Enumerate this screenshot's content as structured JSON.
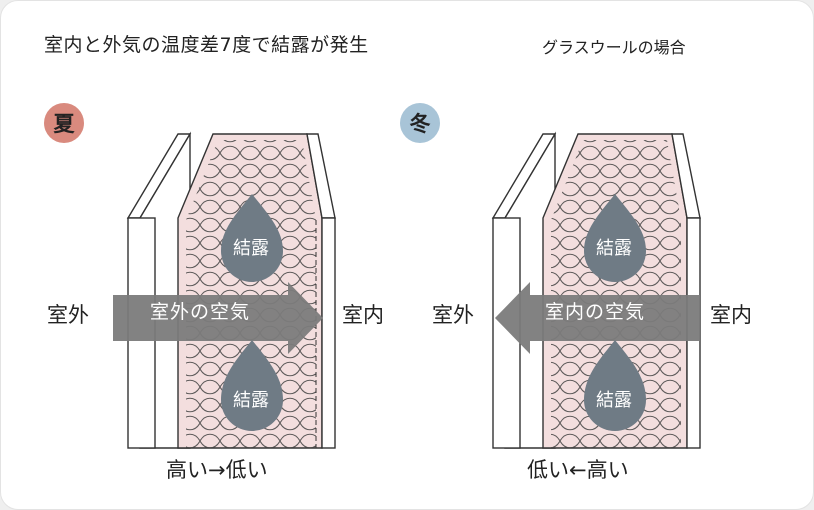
{
  "title": "室内と外気の温度差7度で結露が発生",
  "subtitle": "グラスウールの場合",
  "summer": {
    "season_label": "夏",
    "outside_label": "室外",
    "inside_label": "室内",
    "airflow_label": "室外の空気",
    "condensation_label": "結露",
    "gradient_label": "高い→低い"
  },
  "winter": {
    "season_label": "冬",
    "outside_label": "室外",
    "inside_label": "室内",
    "airflow_label": "室内の空気",
    "condensation_label": "結露",
    "gradient_label": "低い←高い"
  },
  "colors": {
    "summer_badge": "#d98a7e",
    "winter_badge": "#a8c4d7",
    "insulation": "#f3dede",
    "arrow": "#7b7b7b",
    "droplet": "#6f7b85"
  }
}
